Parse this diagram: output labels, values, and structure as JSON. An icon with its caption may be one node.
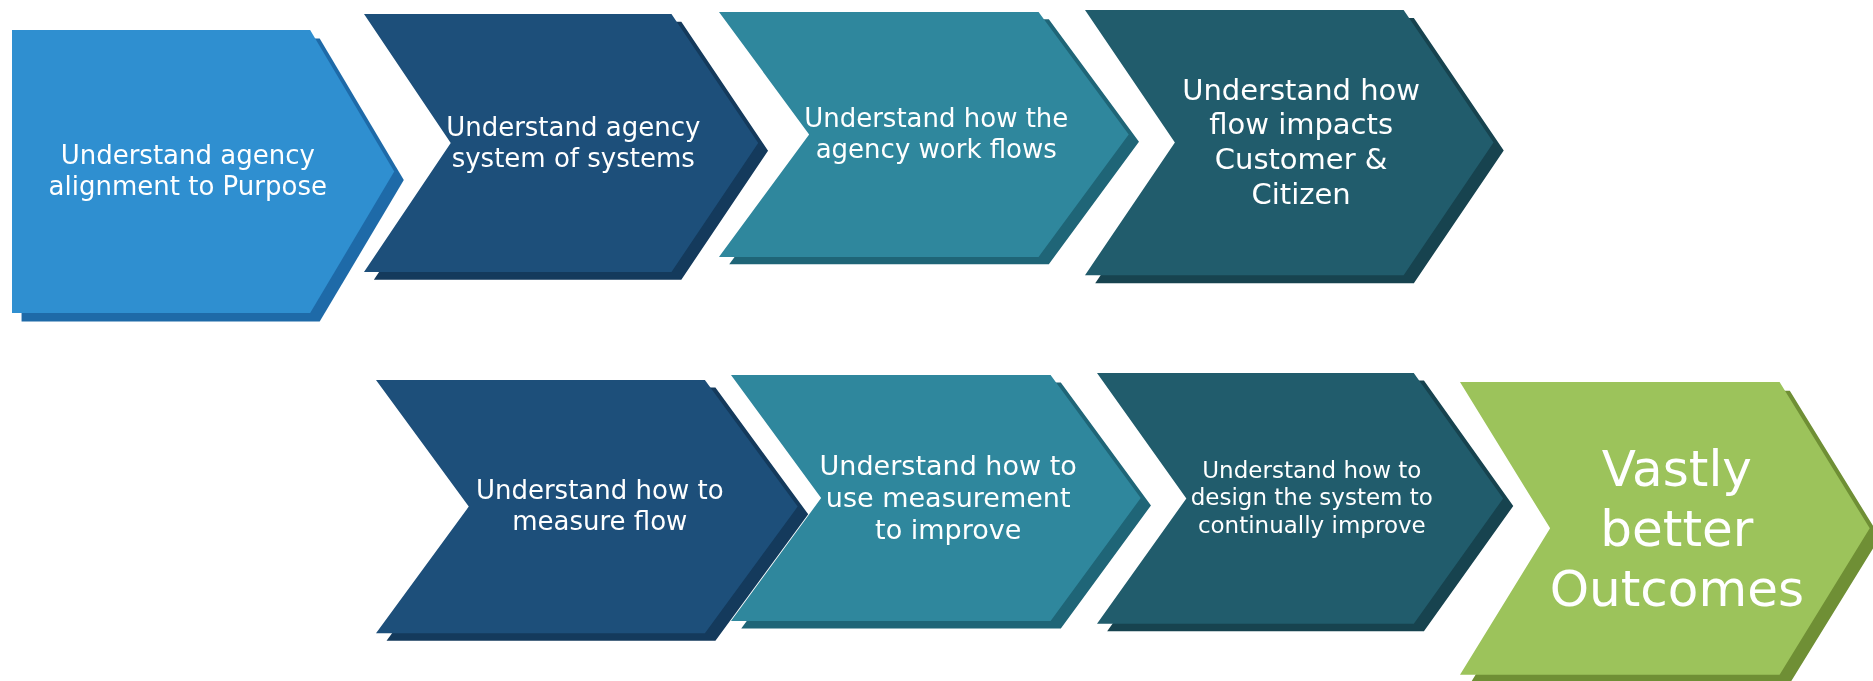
{
  "diagram": {
    "nodes": [
      {
        "text": [
          "Understand agency alignment to Purpose"
        ]
      },
      {
        "text": [
          "Understand agency system of systems"
        ]
      },
      {
        "text": [
          "Understand how the agency work flows"
        ]
      },
      {
        "text": [
          "Understand how flow impacts Customer & Citizen"
        ]
      },
      {
        "text": [
          "Understand how to measure flow"
        ]
      },
      {
        "text": [
          "Understand how to use measurement to improve"
        ]
      },
      {
        "text": [
          "Understand how to design the system to continually improve"
        ]
      },
      {
        "text": [
          "Vastly better Outcomes"
        ]
      }
    ]
  }
}
